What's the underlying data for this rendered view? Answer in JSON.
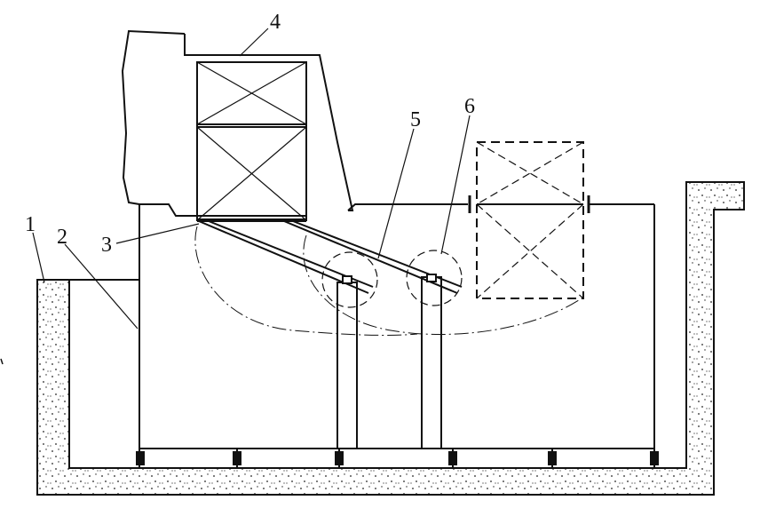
{
  "labels": {
    "l1": "1",
    "l2": "2",
    "l3": "3",
    "l4": "4",
    "l5": "5",
    "l6": "6"
  }
}
